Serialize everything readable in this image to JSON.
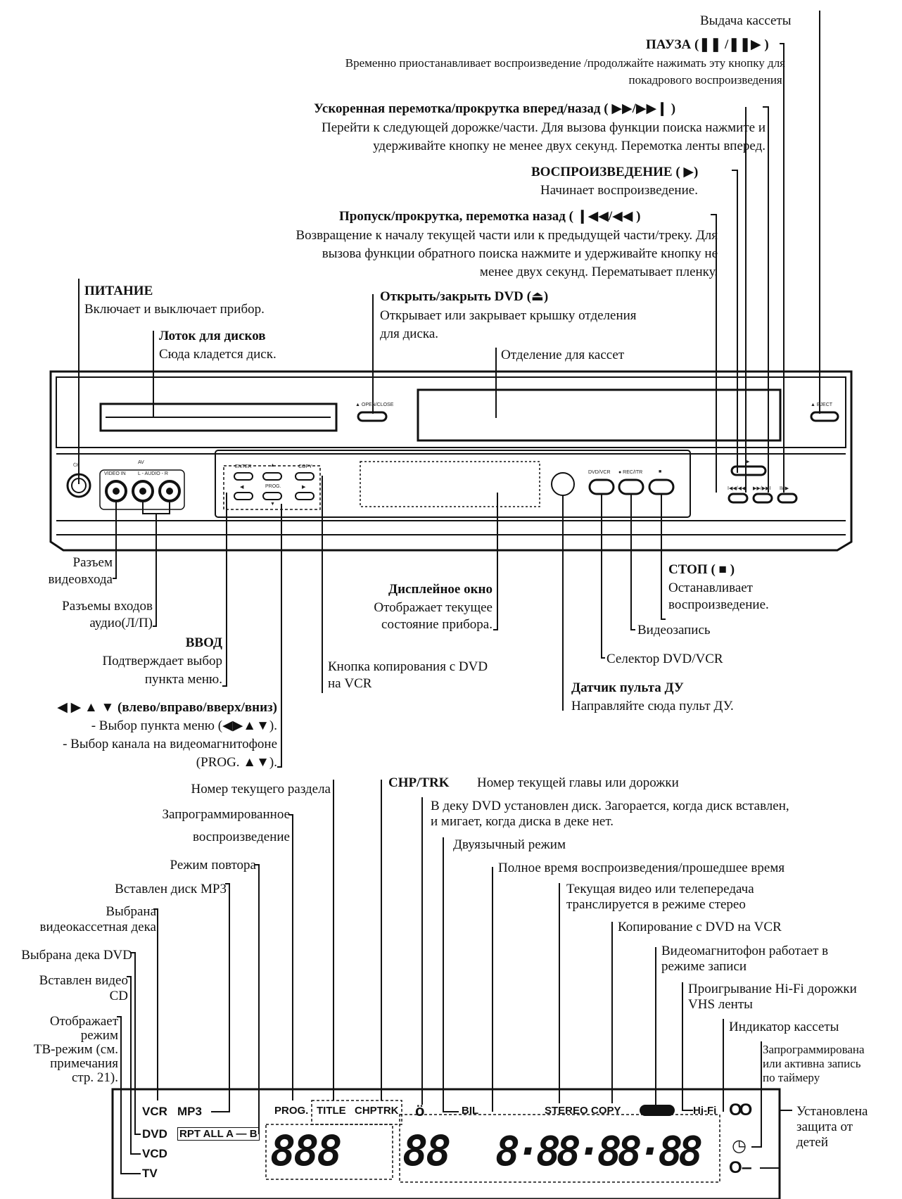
{
  "top": {
    "eject": "Выдача кассеты",
    "pause_title": "ПАУЗА (❚❚ /❚❚▶ )",
    "pause_desc_1": "Временно приостанавливает воспроизведение /продолжайте нажимать эту кнопку для",
    "pause_desc_2": "покадрового воспроизведения.",
    "ff_title": "Ускоренная перемотка/прокрутка вперед/назад ( ▶▶/▶▶❙ )",
    "ff_desc_1": "Перейти к следующей дорожке/части. Для вызова функции поиска нажмите и",
    "ff_desc_2": "удерживайте кнопку не менее двух секунд. Перемотка ленты вперед.",
    "play_title": "ВОСПРОИЗВЕДЕНИЕ ( ▶)",
    "play_desc": "Начинает воспроизведение.",
    "skip_title": "Пропуск/прокрутка, перемотка назад ( ❙◀◀/◀◀ )",
    "skip_desc_1": "Возвращение к началу текущей части или к предыдущей части/треку. Для",
    "skip_desc_2": "вызова функции обратного поиска нажмите и удерживайте кнопку не",
    "skip_desc_3": "менее двух секунд. Перематывает пленку.",
    "power_title": "ПИТАНИЕ",
    "power_desc": "Включает и выключает прибор.",
    "tray_title": "Лоток для дисков",
    "tray_desc": "Сюда кладется диск.",
    "open_title": "Открыть/закрыть DVD (⏏)",
    "open_desc_1": "Открывает или закрывает крышку отделения",
    "open_desc_2": "для диска.",
    "cassette": "Отделение для кассет"
  },
  "device": {
    "open_close": "▲ OPEN/CLOSE",
    "eject": "▲ EJECT",
    "power": "⏻/I",
    "av": "AV",
    "video_in": "VIDEO IN",
    "audio": "L - AUDIO - R",
    "enter": "ENTER",
    "copy": "COPY",
    "up": "▲",
    "down": "▼",
    "left": "◀",
    "right": "▶",
    "prog": "PROG.",
    "dvdvcr": "DVD/VCR",
    "rec": "● REC/ITR",
    "stop": "■",
    "play": "▶",
    "rew": "I◀◀/◀◀",
    "ff": "▶▶/▶▶I",
    "pause": "II/I▶"
  },
  "middle": {
    "video_in_1": "Разъем",
    "video_in_2": "видеовхода",
    "audio_in_1": "Разъемы входов",
    "audio_in_2": "аудио(Л/П)",
    "enter_title": "ВВОД",
    "enter_desc_1": "Подтверждает выбор",
    "enter_desc_2": "пункта меню.",
    "arrows_title": "◀ ▶ ▲ ▼ (влево/вправо/вверх/вниз)",
    "arrows_desc_1": "- Выбор пункта меню (◀▶▲▼).",
    "arrows_desc_2": "- Выбор канала на видеомагнитофоне",
    "arrows_desc_3": "(PROG. ▲▼).",
    "display_title": "Дисплейное окно",
    "display_desc_1": "Отображает текущее",
    "display_desc_2": "состояние прибора.",
    "copy_1": "Кнопка копирования с DVD",
    "copy_2": "на VCR",
    "stop_title": "СТОП ( ■ )",
    "stop_desc_1": "Останавливает",
    "stop_desc_2": "воспроизведение.",
    "rec": "Видеозапись",
    "selector": "Селектор DVD/VCR",
    "sensor_title": "Датчик пульта ДУ",
    "sensor_desc": "Направляйте сюда пульт ДУ."
  },
  "bottom": {
    "section": "Номер текущего раздела",
    "chptrk_title": "CHP/TRK",
    "chptrk_desc": "Номер текущей главы или дорожки",
    "prog_1": "Запрограммированное",
    "prog_2": "воспроизведение",
    "disc_1": "В деку DVD установлен диск. Загорается, когда диск вставлен,",
    "disc_2": "и мигает, когда диска в деке нет.",
    "bil": "Двуязычный режим",
    "repeat": "Режим повтора",
    "time": "Полное время воспроизведения/прошедшее время",
    "mp3": "Вставлен диск MP3",
    "stereo_1": "Текущая видео или телепередача",
    "stereo_2": "транслируется в режиме стерео",
    "vcr_1": "Выбрана",
    "vcr_2": "видеокассетная дека",
    "copy": "Копирование с DVD на VCR",
    "dvd": "Выбрана дека DVD",
    "recording_1": "Видеомагнитофон работает в",
    "recording_2": "режиме записи",
    "vcd_1": "Вставлен видео",
    "vcd_2": "CD",
    "hifi_1": "Проигрывание Hi-Fi дорожки",
    "hifi_2": "VHS ленты",
    "tv_1": "Отображает",
    "tv_2": "режим",
    "tv_3": "ТВ-режим (см.",
    "tv_4": "примечания",
    "tv_5": "стр. 21).",
    "cassette_ind": "Индикатор кассеты",
    "timer_1": "Запрограммирована",
    "timer_2": "или активна запись",
    "timer_3": "по таймеру",
    "lock_1": "Установлена",
    "lock_2": "защита от",
    "lock_3": "детей"
  },
  "display": {
    "vcr": "VCR",
    "mp3": "MP3",
    "dvd": "DVD",
    "vcd": "VCD",
    "tv": "TV",
    "rpt": "RPT ALL A — B",
    "prog": "PROG.",
    "title": "TITLE",
    "chptrk": "CHPTRK",
    "bil": "BIL",
    "stereo": "STEREO",
    "copy": "COPY",
    "hifi": "Hi-Fi",
    "cassette": "OO",
    "timer": "◷",
    "lock": "O‒",
    "disc_icon": "ӧ",
    "digits_a": "888",
    "digits_b": "88",
    "digits_c": "8·88·88·88"
  }
}
